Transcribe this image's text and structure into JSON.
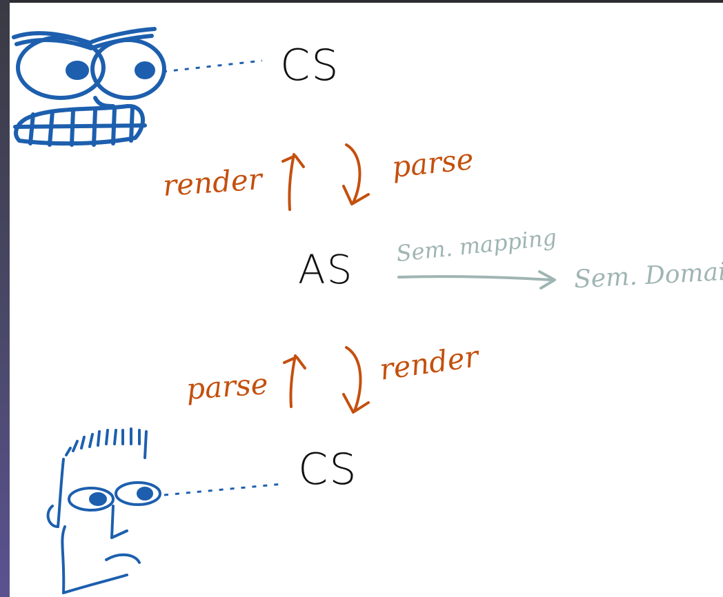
{
  "diagram": {
    "cs_top": "CS",
    "as_label": "AS",
    "cs_bottom": "CS",
    "render_top": "render",
    "parse_top": "parse",
    "parse_bottom": "parse",
    "render_bottom": "render",
    "sem_mapping": "Sem. mapping",
    "sem_domain": "Sem. Domain"
  },
  "colors": {
    "sketch_blue": "#1d5fae",
    "arrow_orange": "#c4500e",
    "grey_note": "#9fb5b3",
    "ink_black": "#111111",
    "frame_dark": "#2b2b31"
  }
}
